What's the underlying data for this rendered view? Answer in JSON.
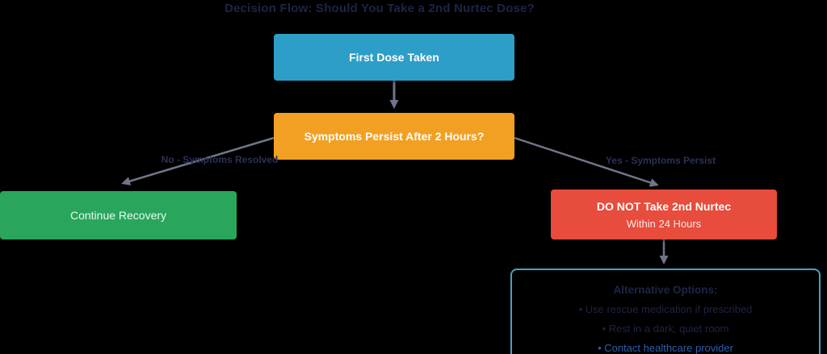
{
  "title": "Decision Flow: Should You Take a 2nd Nurtec Dose?",
  "nodes": {
    "first_dose": {
      "label": "First Dose Taken",
      "color": "#2d9ec7"
    },
    "question": {
      "label": "Symptoms Persist After 2 Hours?",
      "color": "#f2a024"
    },
    "continue_recovery": {
      "label": "Continue Recovery",
      "color": "#29a65c"
    },
    "do_not_take": {
      "label_line1": "DO NOT Take 2nd Nurtec",
      "label_line2": "Within 24 Hours",
      "color": "#e74c3c"
    },
    "alternatives": {
      "heading": "Alternative Options:",
      "items": [
        {
          "text": "• Use rescue medication if prescribed"
        },
        {
          "text": "• Rest in a dark, quiet room"
        },
        {
          "text": "• Contact healthcare provider"
        }
      ],
      "border_color": "#48a2be",
      "link_color": "#2b5faf"
    }
  },
  "edges": {
    "no_label": "No - Symptoms Resolved",
    "yes_label": "Yes - Symptoms Persist"
  },
  "colors": {
    "background": "#000000",
    "connector": "#6f7689",
    "title_text": "#1d2445",
    "edge_label_text": "#2b3156"
  }
}
